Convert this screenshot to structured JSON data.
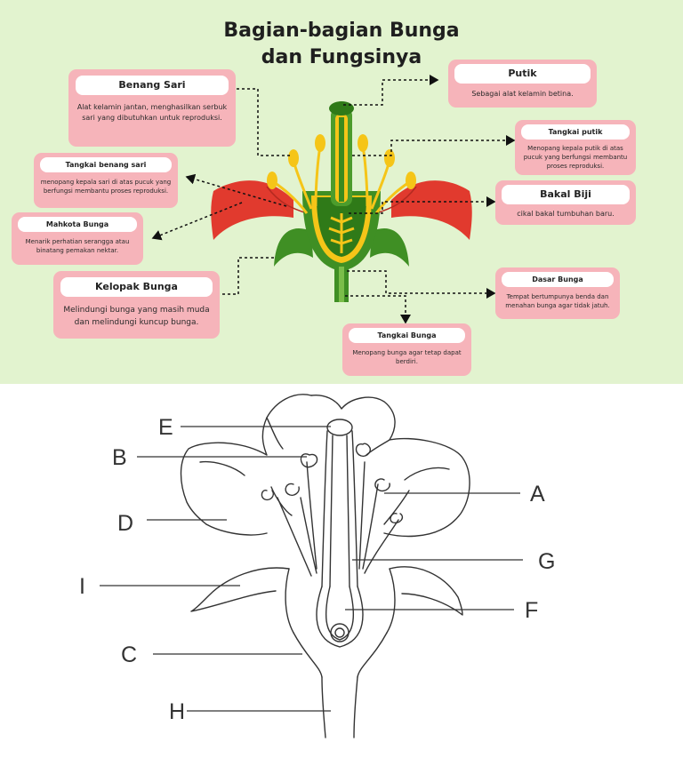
{
  "title": {
    "line1": "Bagian-bagian Bunga",
    "line2": "dan Fungsinya"
  },
  "colors": {
    "background_top": "#e2f3cf",
    "card": "#f6b4ba",
    "petal": "#e13a2e",
    "green": "#3f8f24",
    "yellow": "#f5c518"
  },
  "labels": {
    "benang_sari": {
      "name": "Benang Sari",
      "desc": "Alat kelamin jantan, menghasilkan serbuk sari yang dibutuhkan untuk reproduksi."
    },
    "tangkai_benang_sari": {
      "name": "Tangkai benang sari",
      "desc": "menopang kepala sari di atas pucuk yang berfungsi membantu proses reproduksi."
    },
    "mahkota_bunga": {
      "name": "Mahkota Bunga",
      "desc": "Menarik perhatian serangga atau binatang pemakan nektar."
    },
    "kelopak_bunga": {
      "name": "Kelopak Bunga",
      "desc": "Melindungi bunga yang masih muda dan melindungi kuncup bunga."
    },
    "putik": {
      "name": "Putik",
      "desc": "Sebagai alat kelamin betina."
    },
    "tangkai_putik": {
      "name": "Tangkai putik",
      "desc": "Menopang kepala putik  di atas pucuk yang berfungsi membantu proses reproduksi."
    },
    "bakal_biji": {
      "name": "Bakal Biji",
      "desc": "cikal bakal tumbuhan baru."
    },
    "dasar_bunga": {
      "name": "Dasar Bunga",
      "desc": "Tempat bertumpunya benda dan menahan bunga agar tidak jatuh."
    },
    "tangkai_bunga": {
      "name": "Tangkai Bunga",
      "desc": "Menopang bunga agar tetap dapat berdiri."
    }
  },
  "quiz_letters": [
    "E",
    "B",
    "D",
    "I",
    "C",
    "H",
    "A",
    "G",
    "F"
  ]
}
